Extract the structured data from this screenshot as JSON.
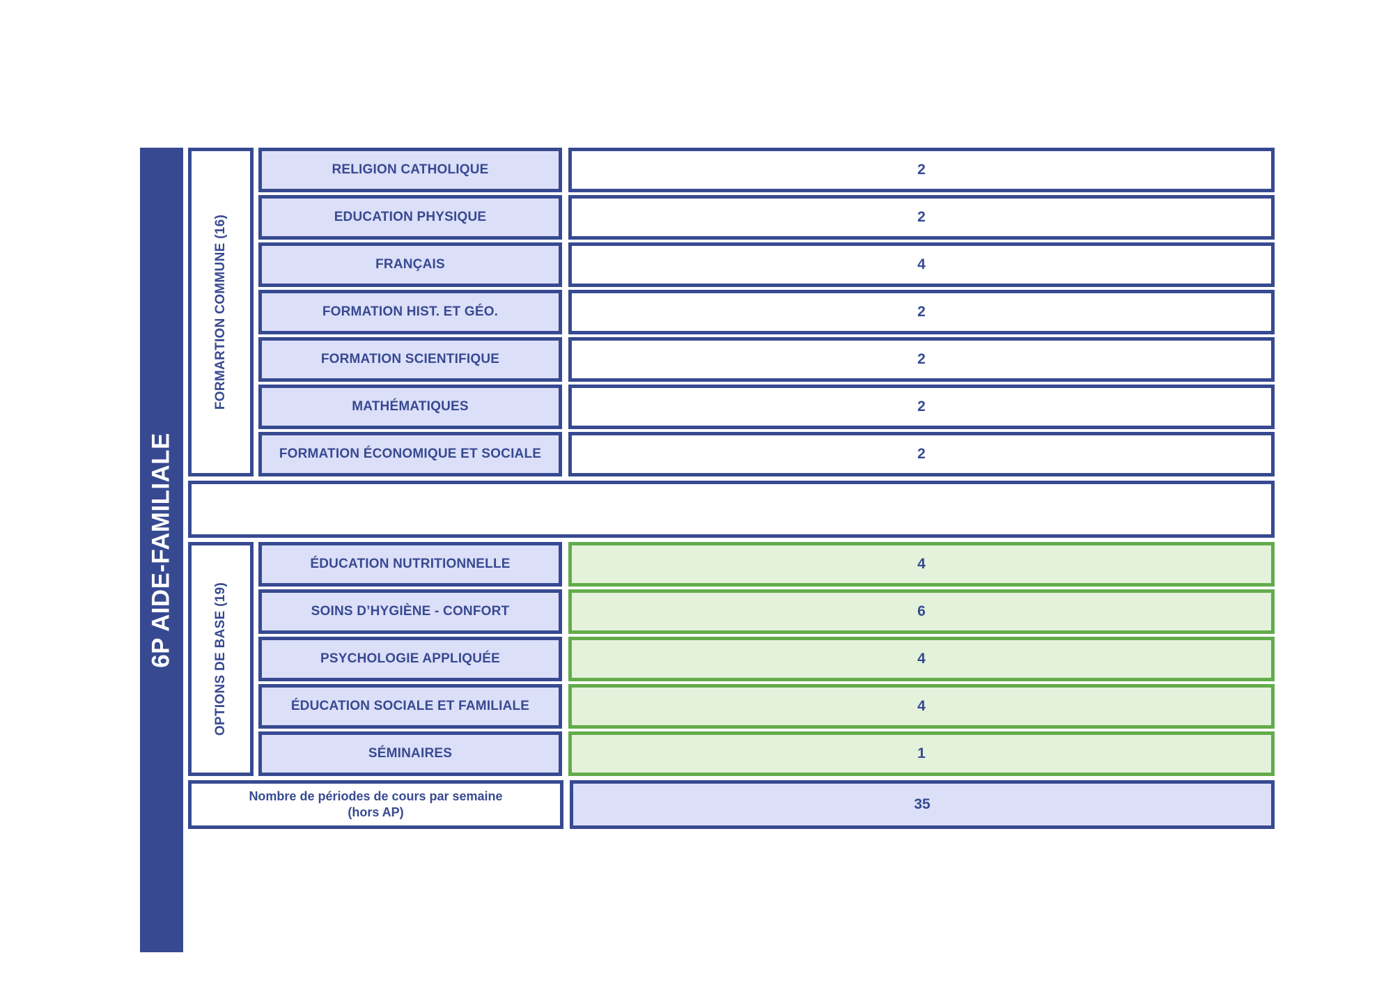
{
  "program": {
    "title": "6P AIDE-FAMILIALE"
  },
  "sections": [
    {
      "group_label": "FORMARTION COMMUNE (16)",
      "value_style": "white",
      "rows": [
        {
          "subject": "RELIGION CATHOLIQUE",
          "periods": "2"
        },
        {
          "subject": "EDUCATION PHYSIQUE",
          "periods": "2"
        },
        {
          "subject": "FRANÇAIS",
          "periods": "4"
        },
        {
          "subject": "FORMATION HIST. ET GÉO.",
          "periods": "2"
        },
        {
          "subject": "FORMATION SCIENTIFIQUE",
          "periods": "2"
        },
        {
          "subject": "MATHÉMATIQUES",
          "periods": "2"
        },
        {
          "subject": "FORMATION ÉCONOMIQUE ET SOCIALE",
          "periods": "2"
        }
      ]
    },
    {
      "group_label": "OPTIONS DE BASE  (19)",
      "value_style": "green",
      "rows": [
        {
          "subject": "ÉDUCATION NUTRITIONNELLE",
          "periods": "4"
        },
        {
          "subject": "SOINS D’HYGIÈNE - CONFORT",
          "periods": "6"
        },
        {
          "subject": "PSYCHOLOGIE APPLIQUÉE",
          "periods": "4"
        },
        {
          "subject": "ÉDUCATION SOCIALE ET FAMILIALE",
          "periods": "4"
        },
        {
          "subject": "SÉMINAIRES",
          "periods": "1"
        }
      ]
    }
  ],
  "total": {
    "label_line1": "Nombre de périodes de cours par semaine",
    "label_line2": "(hors AP)",
    "value": "35"
  },
  "colors": {
    "dark_blue": "#374A91",
    "light_blue_fill": "#DCDFF8",
    "green_border": "#63AC4B",
    "green_fill": "#E4F2DB",
    "white": "#FFFFFF"
  }
}
